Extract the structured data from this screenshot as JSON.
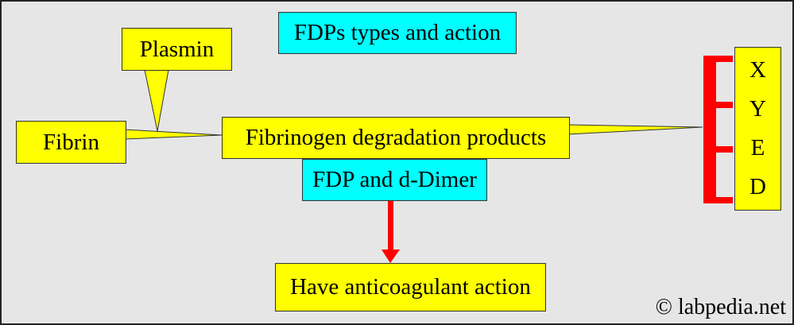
{
  "title": "FDPs types and action",
  "nodes": {
    "plasmin": "Plasmin",
    "fibrin": "Fibrin",
    "fdp_full": "Fibrinogen degradation products",
    "fdp_dimer": "FDP and d-Dimer",
    "action": "Have anticoagulant action"
  },
  "fragments": [
    "X",
    "Y",
    "E",
    "D"
  ],
  "copyright_symbol": "©",
  "watermark": "labpedia.net",
  "colors": {
    "yellow": "#ffff00",
    "cyan": "#00ffff",
    "red": "#ff0000",
    "background": "#e6e6e6"
  }
}
